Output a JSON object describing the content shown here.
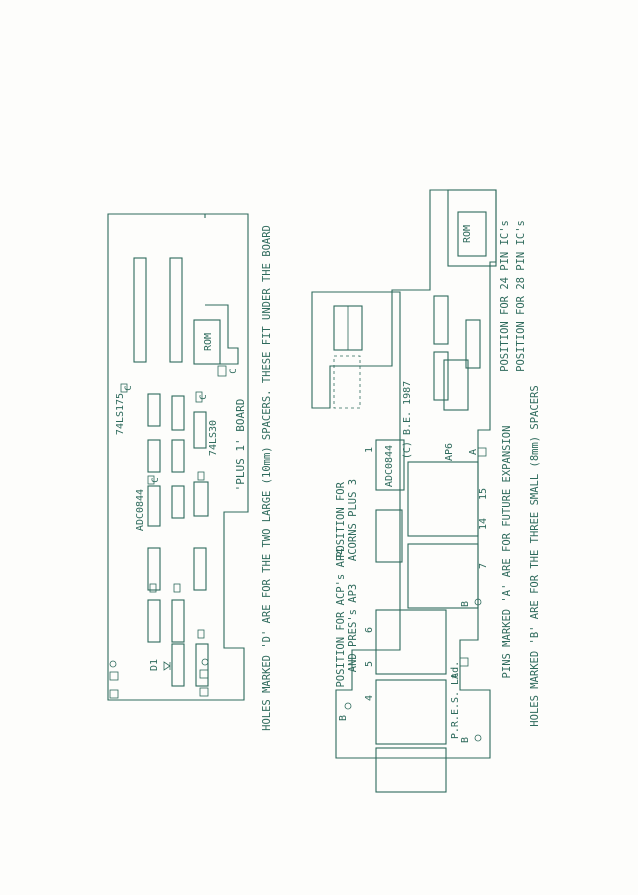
{
  "top_board": {
    "caption": "HOLES MARKED 'D' ARE FOR THE TWO LARGE (10mm) SPACERS. THESE FIT UNDER THE BOARD",
    "board_label": "'PLUS 1' BOARD",
    "chips": [
      "74LS175",
      "ADC0844",
      "74LS30",
      "ROM"
    ],
    "labels": {
      "d1": "D1",
      "c": "C",
      "d": "D"
    }
  },
  "bottom_board": {
    "label_acp": "POSITION FOR ACP's AP4",
    "label_pres": "AND PRES's AP3",
    "label_acorn_1": "POSITION FOR",
    "label_acorn_2": "ACORNS PLUS 3",
    "label_pres_ltd": "P.R.E.S. Ltd.",
    "label_copyright": "(C) B.E. 1987",
    "label_ap6": "AP6",
    "label_adc": "ADC0844",
    "label_rom": "ROM",
    "label_24pin": "POSITION FOR 24 PIN IC's",
    "label_28pin": "POSITION FOR 28 PIN IC's",
    "label_pins_a": "PINS MARKED 'A' ARE FOR FUTURE EXPANSION",
    "label_holes_b": "HOLES MARKED 'B' ARE FOR THE THREE SMALL (8mm) SPACERS",
    "numbers": [
      "5",
      "6",
      "4",
      "7",
      "14",
      "15",
      "1"
    ],
    "letters": {
      "a": "A",
      "b": "B",
      "c": "C"
    }
  }
}
